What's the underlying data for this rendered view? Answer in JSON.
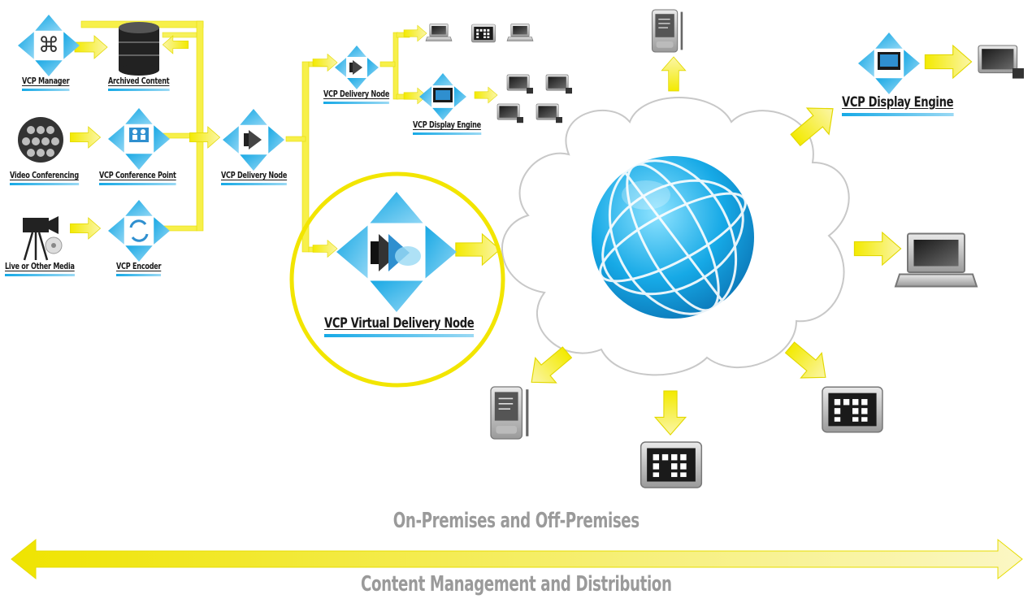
{
  "nodes": {
    "vcp_manager": "VCP Manager",
    "archived_content": "Archived Content",
    "video_conferencing": "Video Conferencing",
    "vcp_conference_point": "VCP Conference Point",
    "live_or_other_media": "Live or Other Media",
    "vcp_encoder": "VCP Encoder",
    "vcp_delivery_node_main": "VCP Delivery Node",
    "vcp_delivery_node_upper": "VCP Delivery Node",
    "vcp_display_engine_small": "VCP Display Engine",
    "vcp_virtual_delivery_node": "VCP Virtual Delivery Node",
    "vcp_display_engine_right": "VCP Display Engine"
  },
  "captions": {
    "top": "On-Premises and Off-Premises",
    "bottom": "Content Management and Distribution"
  },
  "colors": {
    "arrow_yellow": "#f7f04a",
    "accent_blue": "#16a9e6",
    "highlight_ring": "#f2e500",
    "cloud_stroke": "#c8c8c8",
    "caption_gray": "#9a9a9a"
  }
}
